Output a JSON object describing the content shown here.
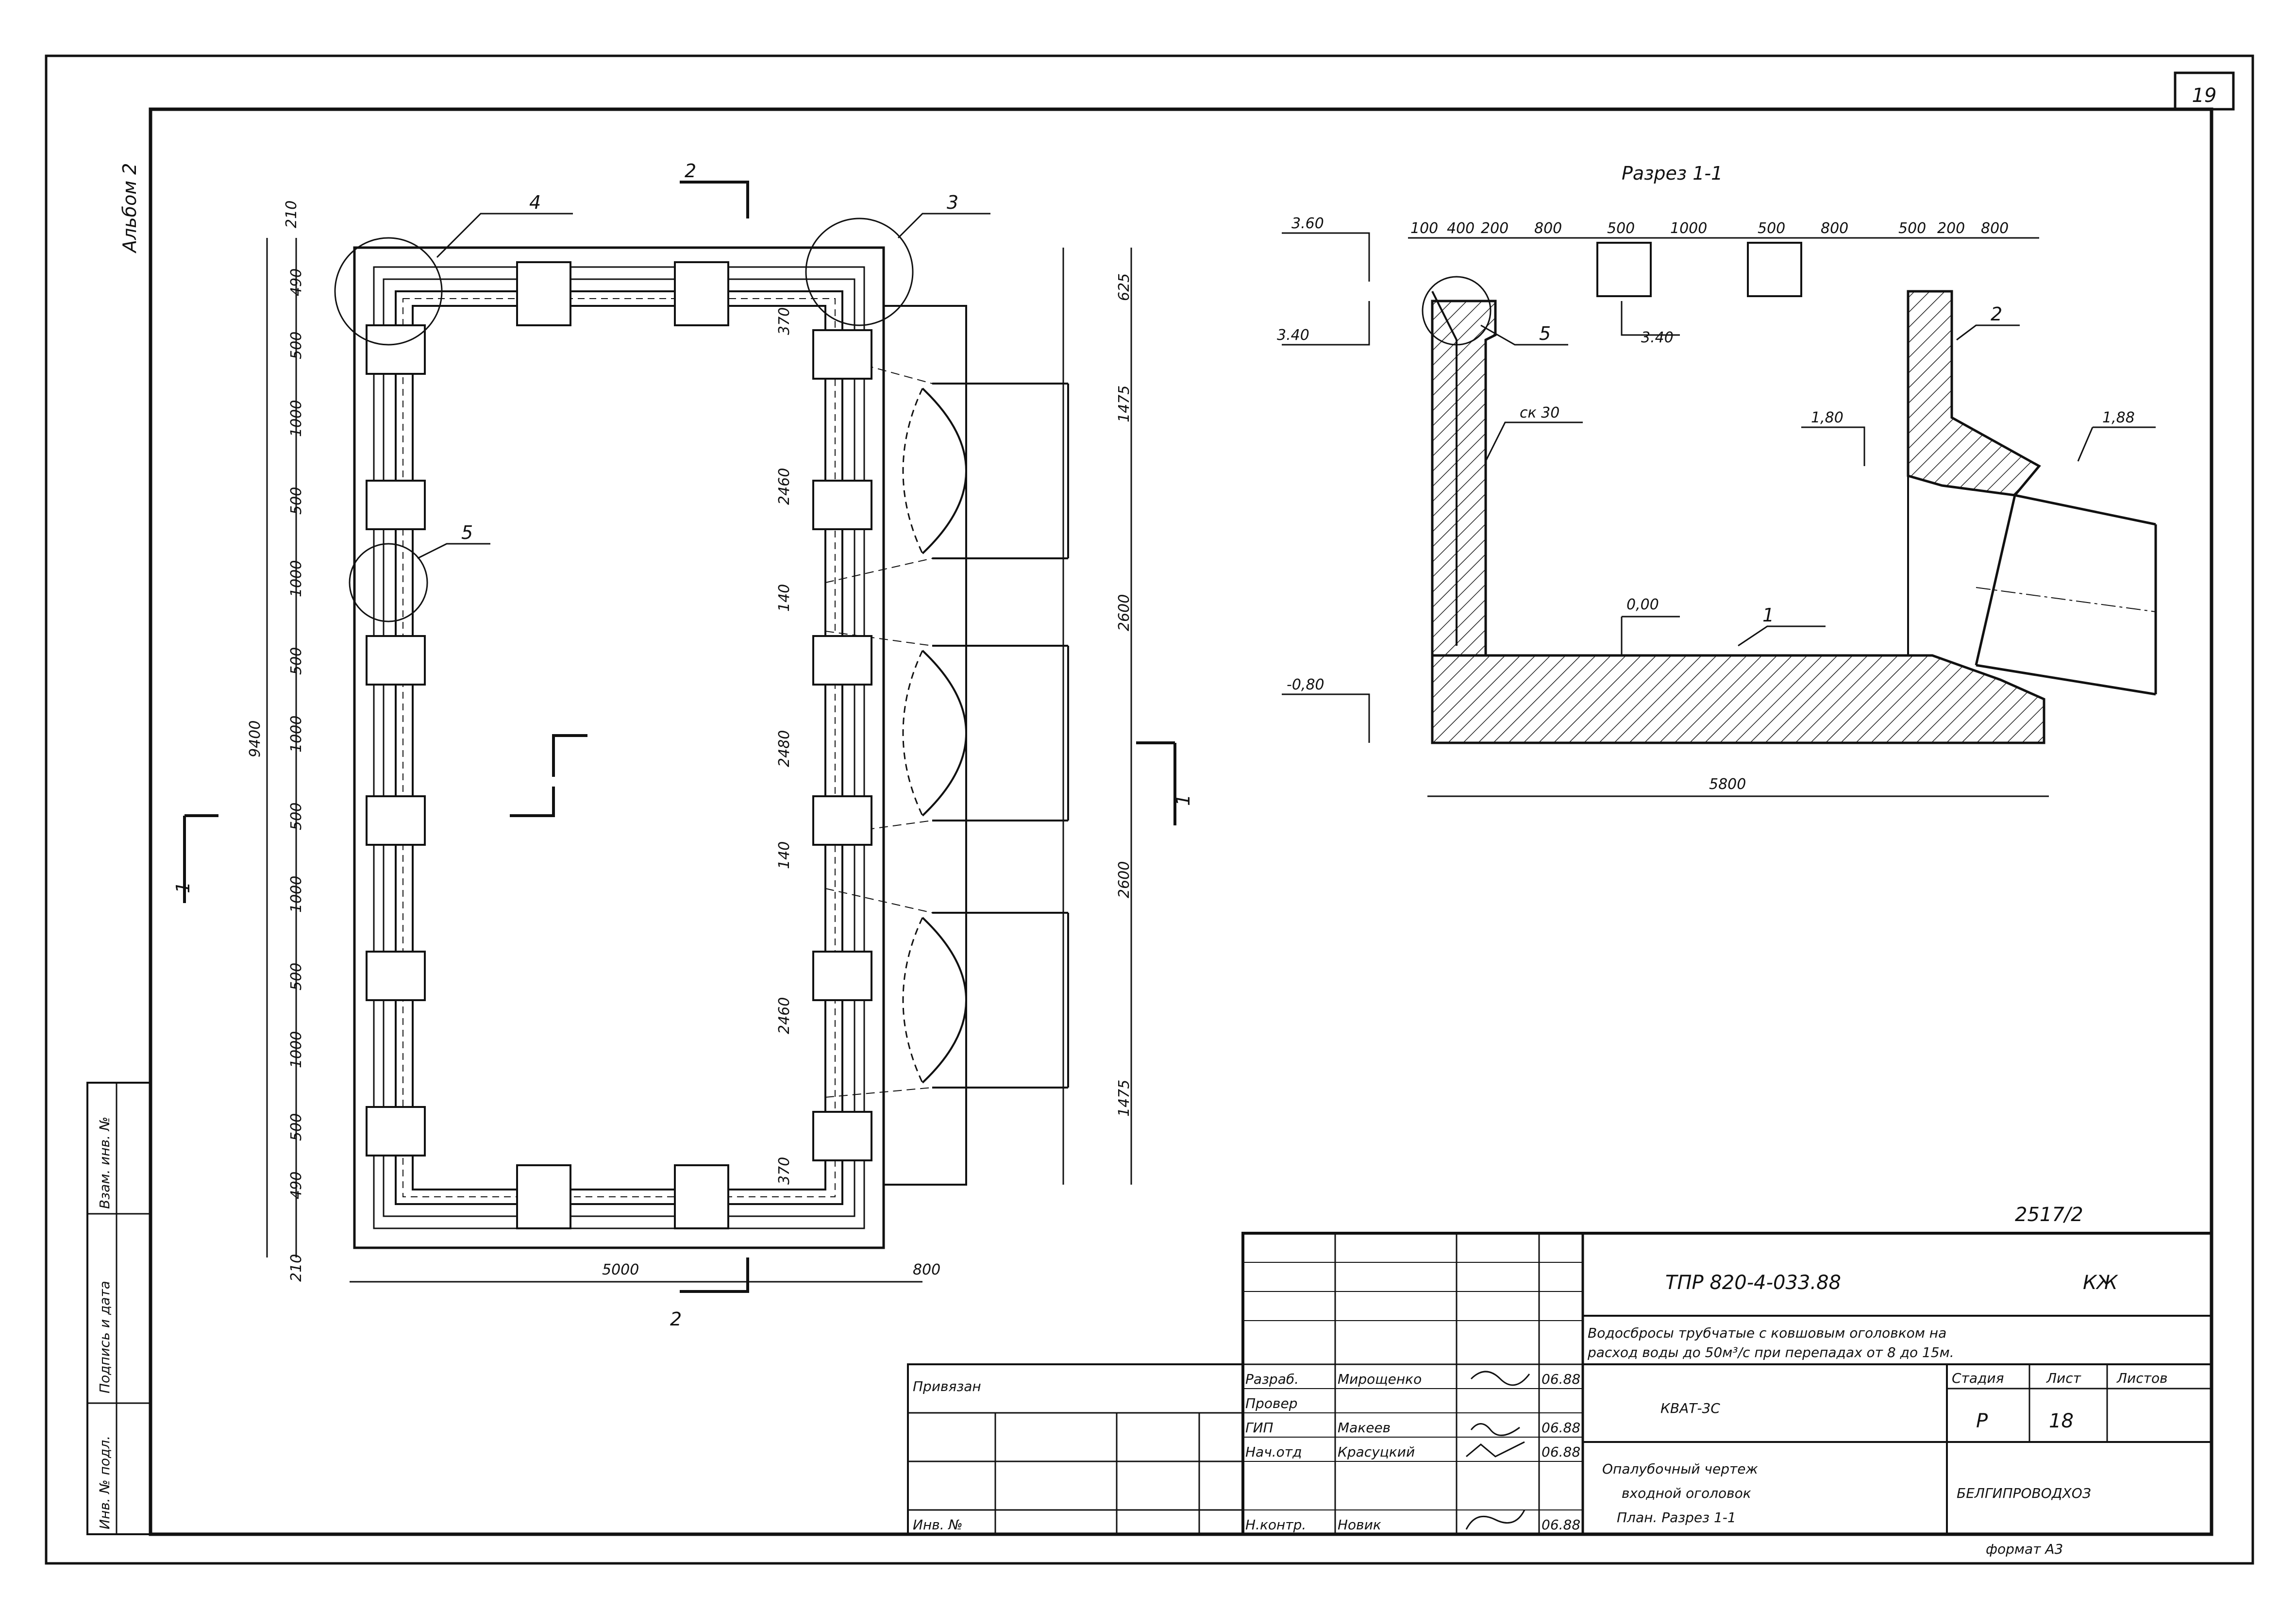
{
  "sheet": {
    "page_number": "19",
    "album": "Альбом 2",
    "sheet_number": "2517/2",
    "format": "формат А3"
  },
  "plan": {
    "dims_left": [
      "210",
      "490",
      "500",
      "1000",
      "500",
      "1000",
      "500",
      "1000",
      "500",
      "1000",
      "500",
      "1000",
      "500",
      "490",
      "210"
    ],
    "overall_height": "9400",
    "overall_width": "5000",
    "wall_right": "800",
    "dims_inner_right": [
      "370",
      "2460",
      "140",
      "2480",
      "140",
      "2460",
      "370"
    ],
    "dims_far_right": [
      "625",
      "1475",
      "2600",
      "2600",
      "1475"
    ],
    "callouts": [
      "4",
      "3",
      "5"
    ],
    "section_marks": [
      "2",
      "2",
      "1",
      "1"
    ]
  },
  "section": {
    "title": "Разрез 1-1",
    "top_dims": [
      "100",
      "400",
      "200",
      "800",
      "500",
      "1000",
      "500",
      "800",
      "500",
      "200",
      "800"
    ],
    "elevations": [
      "3.60",
      "3.40",
      "3.40",
      "-0,80",
      "0,00",
      "1,80",
      "1,88"
    ],
    "labels": [
      "5",
      "2",
      "1",
      "ск 30"
    ],
    "bottom_dim": "5800"
  },
  "title_block": {
    "code": "ТПР 820-4-033.88",
    "mark": "КЖ",
    "description_line1": "Водосбросы трубчатые с ковшовым оголовком на",
    "description_line2": "расход воды до 50м³/с при перепадах от 8 до 15м.",
    "object": "КВАТ-3С",
    "stage_header": "Стадия",
    "sheet_header": "Лист",
    "sheets_header": "Листов",
    "stage": "Р",
    "sheet": "18",
    "drawing_line1": "Опалубочный чертеж",
    "drawing_line2": "входной оголовок",
    "drawing_line3": "План. Разрез 1-1",
    "organization": "БЕЛГИПРОВОДХОЗ",
    "privyazan": "Привязан",
    "inv_no": "Инв. №",
    "roles": [
      "Разраб.",
      "Провер",
      "ГИП",
      "Нач.отд",
      "Н.контр."
    ],
    "names": [
      "Мирощенко",
      "",
      "Макеев",
      "Красуцкий",
      "Новик"
    ],
    "dates": [
      "06.88",
      "",
      "06.88",
      "06.88",
      "06.88"
    ]
  },
  "side_stamp": [
    "Инв. № подл.",
    "Подпись и дата",
    "Взам. инв. №"
  ]
}
